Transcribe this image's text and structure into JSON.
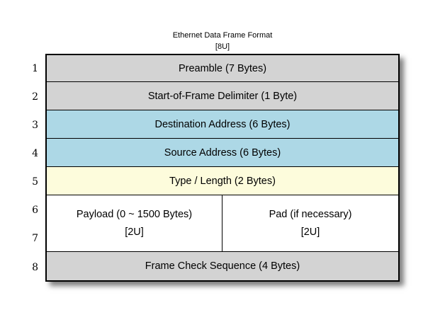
{
  "diagram": {
    "title": "Ethernet Data Frame Format",
    "subtitle": "[8U]",
    "row_numbers": [
      "1",
      "2",
      "3",
      "4",
      "5",
      "6",
      "7",
      "8"
    ],
    "rows": {
      "preamble": {
        "label": "Preamble (7 Bytes)",
        "fill": "#d3d3d3",
        "span_units": 1
      },
      "sfd": {
        "label": "Start-of-Frame Delimiter (1 Byte)",
        "fill": "#d3d3d3",
        "span_units": 1
      },
      "destination": {
        "label": "Destination Address (6 Bytes)",
        "fill": "#add8e6",
        "span_units": 1
      },
      "source": {
        "label": "Source Address (6 Bytes)",
        "fill": "#add8e6",
        "span_units": 1
      },
      "type_length": {
        "label": "Type / Length (2 Bytes)",
        "fill": "#fdfcdc",
        "span_units": 1
      },
      "payload": {
        "label": "Payload (0 ~ 1500 Bytes)",
        "sublabel": "[2U]",
        "fill": "#ffffff",
        "span_units": 2
      },
      "pad": {
        "label": "Pad (if necessary)",
        "sublabel": "[2U]",
        "fill": "#ffffff",
        "span_units": 2
      },
      "fcs": {
        "label": "Frame Check Sequence (4 Bytes)",
        "fill": "#d3d3d3",
        "span_units": 1
      }
    },
    "colors": {
      "gray": "#d3d3d3",
      "blue": "#add8e6",
      "yellow": "#fdfcdc",
      "white": "#ffffff",
      "border": "#000000",
      "background": "#ffffff"
    }
  }
}
